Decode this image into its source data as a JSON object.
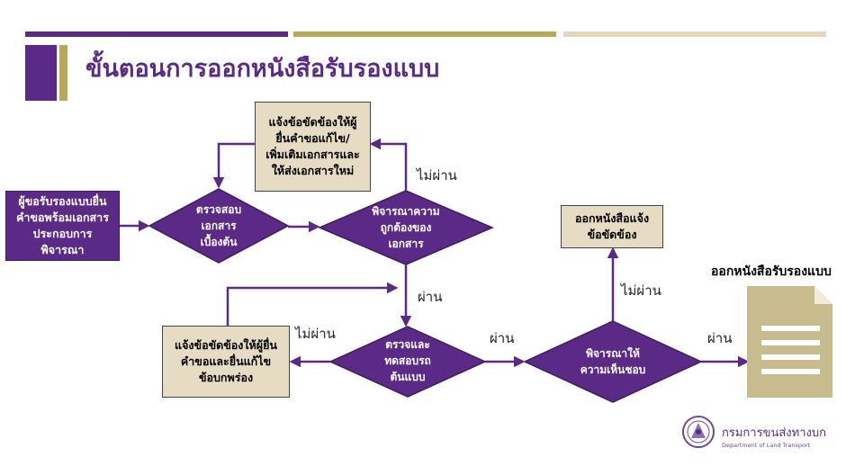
{
  "title": "ขั้นตอนการออกหนังสือรับรองแบบ",
  "colors": {
    "purple": "#5a2a86",
    "olive": "#b7a957",
    "sand": "#e6dcc3",
    "doc": "#c8bc8e"
  },
  "nodes": {
    "applicant": "ผู้ขอรับรองแบบยื่น\nคำขอพร้อมเอกสาร\nประกอบการ\nพิจารณา",
    "initial_check": "ตรวจสอบ\nเอกสาร\nเบื้องต้น",
    "doc_review": "พิจารณาความ\nถูกต้องของ\nเอกสาร",
    "notify_amend": "แจ้งข้อขัดข้องให้ผู้\nยื่นคำขอแก้ไข/\nเพิ่มเติมเอกสารและ\nให้ส่งเอกสารใหม่",
    "inspect": "ตรวจและ\nทดสอบรถ\nต้นแบบ",
    "notify_defect": "แจ้งข้อขัดข้องให้ผู้ยื่น\nคำขอและยื่นแก้ไข\nข้อบกพร่อง",
    "approve": "พิจารณาให้\nความเห็นชอบ",
    "issue_notice": "ออกหนังสือแจ้ง\nข้อขัดข้อง",
    "issue_cert": "ออกหนังสือรับรองแบบ"
  },
  "labels": {
    "fail_1": "ไม่ผ่าน",
    "pass_1": "ผ่าน",
    "fail_2": "ไม่ผ่าน",
    "pass_2": "ผ่าน",
    "fail_3": "ไม่ผ่าน",
    "pass_3": "ผ่าน"
  },
  "icons": {
    "document": "document-icon",
    "logo": "department-seal-icon"
  },
  "logo": {
    "thai": "กรมการขนส่งทางบก",
    "english": "Department of Land Transport"
  }
}
